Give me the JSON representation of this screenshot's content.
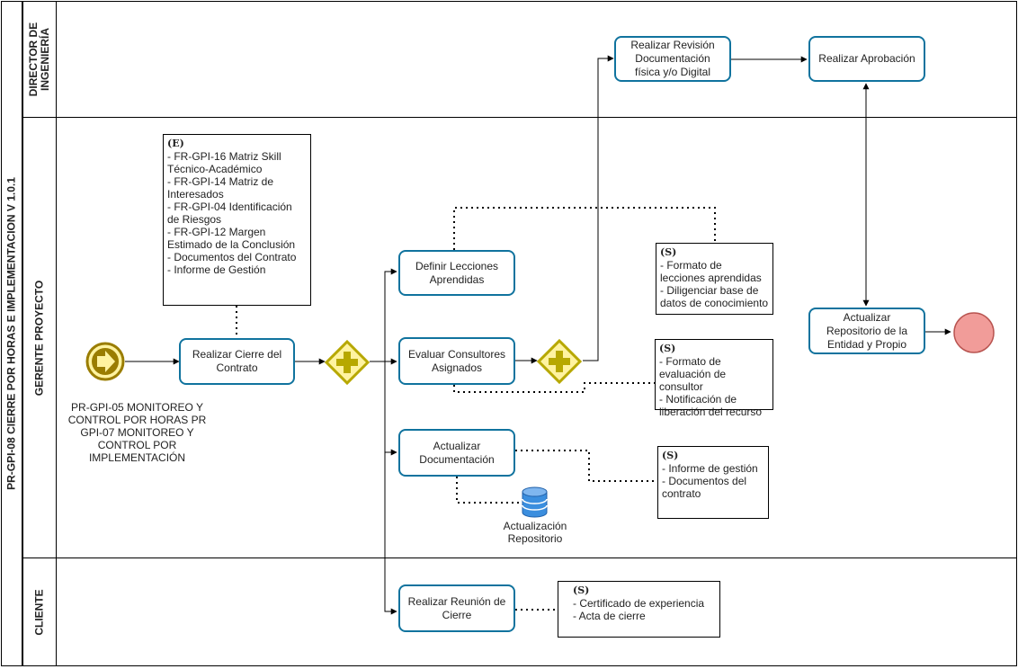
{
  "pool": {
    "title": "PR-GPI-08 CIERRE POR HORAS E IMPLEMENTACION V 1.0.1"
  },
  "lanes": {
    "director": "DIRECTOR DE INGENIERÍA",
    "gerente": "GERENTE PROYECTO",
    "cliente": "CLIENTE"
  },
  "start_event": {
    "icon": "start-arrow-icon",
    "caption": [
      "PR-GPI-05 MONITOREO Y",
      "CONTROL POR HORAS PR",
      "GPI-07 MONITOREO Y",
      "CONTROL POR",
      "IMPLEMENTACIÓN"
    ]
  },
  "tasks": {
    "cierre_contrato": "Realizar Cierre del Contrato",
    "lecciones": "Definir Lecciones Aprendidas",
    "evaluar": "Evaluar Consultores Asignados",
    "actualizar_doc": "Actualizar Documentación",
    "reunion": "Realizar Reunión de Cierre",
    "revision": "Realizar Revisión Documentación física y/o Digital",
    "aprobacion": "Realizar Aprobación",
    "repositorio": "Actualizar Repositorio de la Entidad y Propio"
  },
  "docs": {
    "entrada": {
      "title": "(E)",
      "items": [
        "- FR-GPI-16 Matriz Skill Técnico-Académico",
        "- FR-GPI-14 Matriz de Interesados",
        "- FR-GPI-04 Identificación de Riesgos",
        "- FR-GPI-12 Margen Estimado de la Conclusión",
        "- Documentos del Contrato",
        "- Informe de Gestión"
      ]
    },
    "lecciones": {
      "title": "(S)",
      "items": [
        "- Formato de lecciones aprendidas",
        "- Diligenciar base de datos de conocimiento"
      ]
    },
    "evaluar": {
      "title": "(S)",
      "items": [
        "- Formato de evaluación de consultor",
        "- Notificación de liberación del recurso"
      ]
    },
    "actualizar": {
      "title": "(S)",
      "items": [
        "- Informe de gestión",
        "- Documentos del contrato"
      ]
    },
    "reunion": {
      "title": "(S)",
      "items": [
        "- Certificado de experiencia",
        "- Acta de cierre"
      ]
    }
  },
  "datastore": {
    "icon": "database-icon",
    "caption": [
      "Actualización",
      "Repositorio"
    ]
  },
  "gateways": {
    "icon": "parallel-gateway-icon"
  },
  "end_event": {
    "icon": "end-event-icon"
  },
  "colors": {
    "task_border": "#10739e",
    "gateway_fill": "#fff3a0",
    "gateway_stroke": "#b7a800",
    "gateway_plus": "#b7a800",
    "start_fill": "#fff3a0",
    "start_stroke": "#9a7d00",
    "end_fill": "#f19c99",
    "end_stroke": "#b85450",
    "db_fill": "#3b8ede"
  }
}
